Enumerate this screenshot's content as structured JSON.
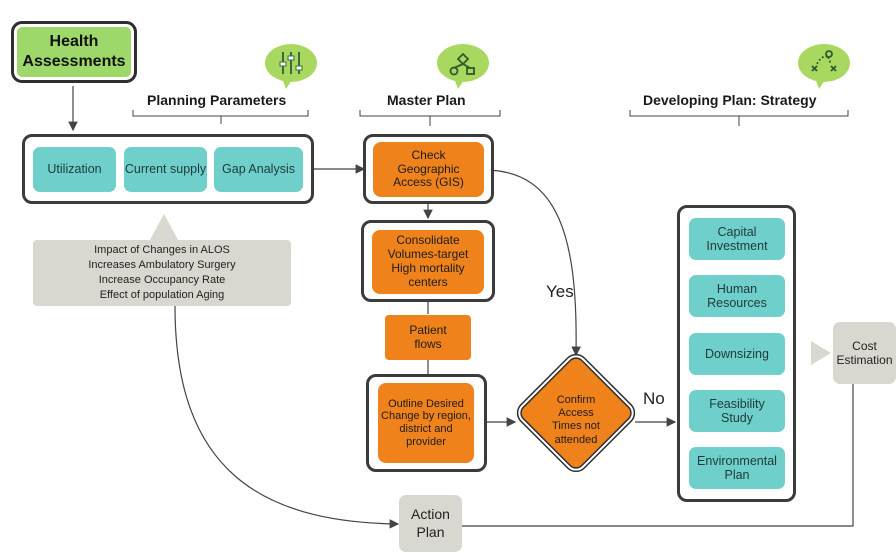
{
  "health_assessments": "Health Assessments",
  "headings": {
    "planning": "Planning Parameters",
    "master": "Master Plan",
    "strategy": "Developing Plan: Strategy"
  },
  "planning_items": [
    "Utilization",
    "Current supply",
    "Gap Analysis"
  ],
  "factors": [
    "Impact of Changes in ALOS",
    "Increases Ambulatory Surgery",
    "Increase Occupancy Rate",
    "Effect of population Aging"
  ],
  "master_steps": {
    "check_access": "Check Geographic Access (GIS)",
    "consolidate": "Consolidate Volumes-target High mortality centers",
    "patient_flows": "Patient flows",
    "outline": "Outline Desired Change by region, district and provider"
  },
  "decision": "Confirm Access Times not attended",
  "labels": {
    "yes": "Yes",
    "no": "No"
  },
  "strategy_items": [
    "Capital Investment",
    "Human Resources",
    "Downsizing",
    "Feasibility Study",
    "Environmental Plan"
  ],
  "cost_estimation": "Cost Estimation",
  "action_plan": "Action Plan",
  "icons": [
    "sliders-icon",
    "network-icon",
    "strategy-icon"
  ],
  "colors": {
    "teal": "#6fcfcb",
    "orange": "#f0821c",
    "green_bubble": "#a8d85f",
    "health_green": "#9fd86a",
    "gray_box": "#d8d7d0",
    "border": "#3b3b3b"
  }
}
